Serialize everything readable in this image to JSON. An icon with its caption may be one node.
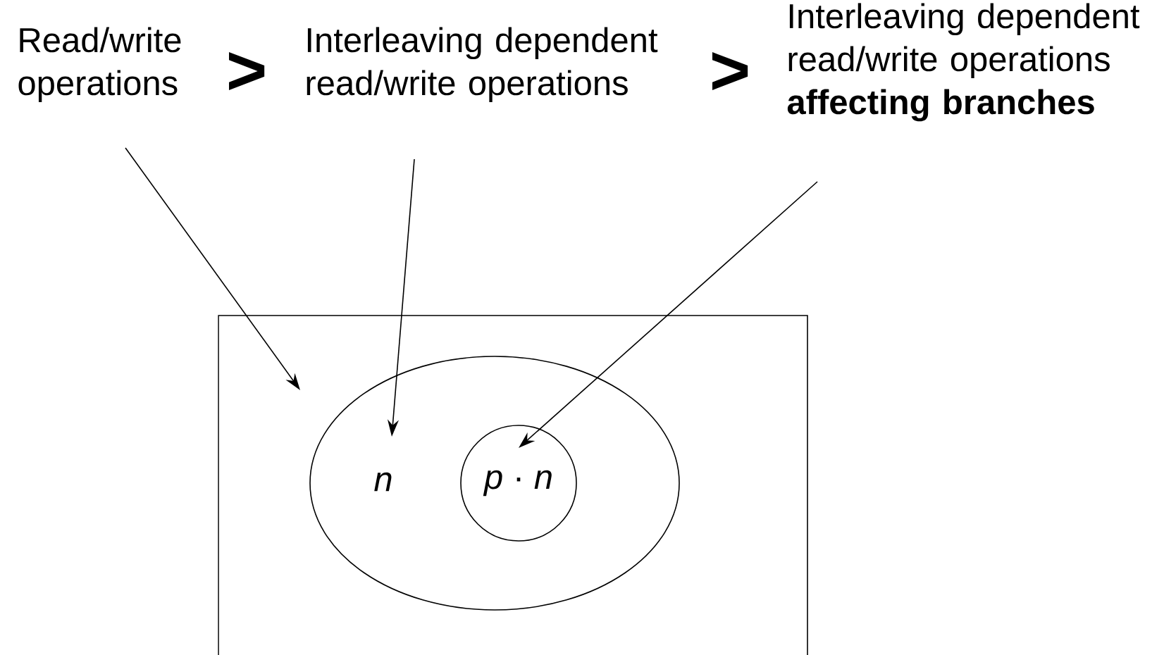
{
  "diagram": {
    "nodes": [
      {
        "text": [
          "Read/write operations"
        ]
      },
      {
        "text": [
          "Interleaving dependent read/write operations"
        ]
      },
      {
        "text": [
          "Interleaving dependent read/write operations **affecting branches**"
        ]
      },
      {
        "text": [],
        "shape": "box"
      },
      {
        "text": [
          "n"
        ],
        "in": 3
      },
      {
        "text": [
          "*p* · *n*"
        ],
        "in": 4
      }
    ],
    "edges": [
      {
        "from": 0,
        "to": 3,
        "arrow": "to"
      },
      {
        "from": 1,
        "to": 4,
        "arrow": "to"
      },
      {
        "from": 2,
        "to": 5,
        "arrow": "to"
      }
    ],
    "labels": [
      ">",
      ">"
    ]
  }
}
